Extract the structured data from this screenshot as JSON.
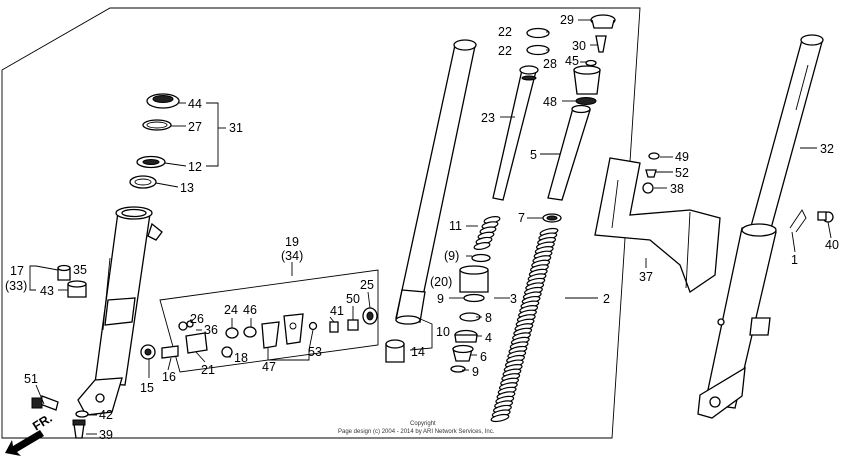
{
  "direction_label": "FR.",
  "copyright": {
    "line1": "Copyright",
    "line2": "Page design (c) 2004 - 2014 by ARI Network Services, Inc."
  },
  "labels": {
    "p1": "1",
    "p2": "2",
    "p3": "3",
    "p4": "4",
    "p5": "5",
    "p6": "6",
    "p7": "7",
    "p8": "8",
    "p9a": "9",
    "p9b": "(9)",
    "p9c": "9",
    "p10": "10",
    "p11": "11",
    "p12": "12",
    "p13": "13",
    "p14": "14",
    "p15": "15",
    "p16": "16",
    "p17": "17",
    "p18": "18",
    "p19": "19",
    "p20": "(20)",
    "p21": "21",
    "p22a": "22",
    "p22b": "22",
    "p23": "23",
    "p24": "24",
    "p25": "25",
    "p26": "26",
    "p27": "27",
    "p28": "28",
    "p29": "29",
    "p30": "30",
    "p31": "31",
    "p32": "32",
    "p33": "(33)",
    "p34": "(34)",
    "p35": "35",
    "p36": "36",
    "p37": "37",
    "p38": "38",
    "p39": "39",
    "p40": "40",
    "p41": "41",
    "p42": "42",
    "p43": "43",
    "p44": "44",
    "p45": "45",
    "p46": "46",
    "p47": "47",
    "p48": "48",
    "p49": "49",
    "p50": "50",
    "p51": "51",
    "p52": "52",
    "p53": "53"
  }
}
